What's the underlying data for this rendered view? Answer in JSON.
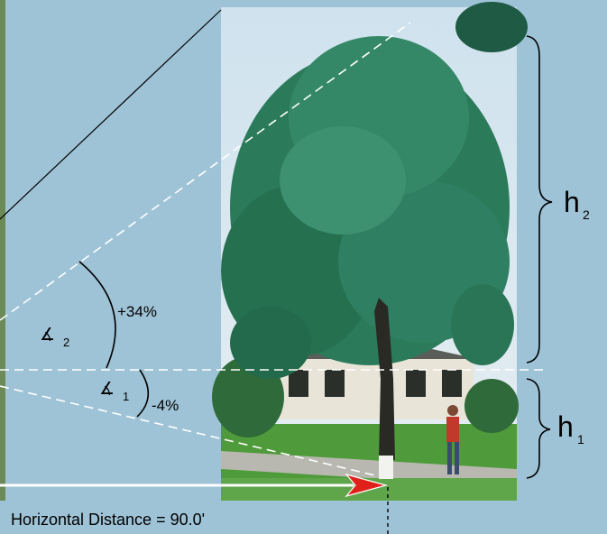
{
  "labels": {
    "h2_letter": "h",
    "h2_sub": "2",
    "h1_letter": "h",
    "h1_sub": "1",
    "angle_up": "+34%",
    "angle_down": "-4%",
    "angle2_symbol": "∡",
    "angle2_sub": "2",
    "angle1_symbol": "∡",
    "angle1_sub": "1",
    "horizontal_distance": "Horizontal Distance = 90.0'"
  },
  "colors": {
    "background": "#9fc3d6",
    "dashed_line": "#ffffff",
    "arrow": "#e0201a",
    "text": "#000000"
  }
}
